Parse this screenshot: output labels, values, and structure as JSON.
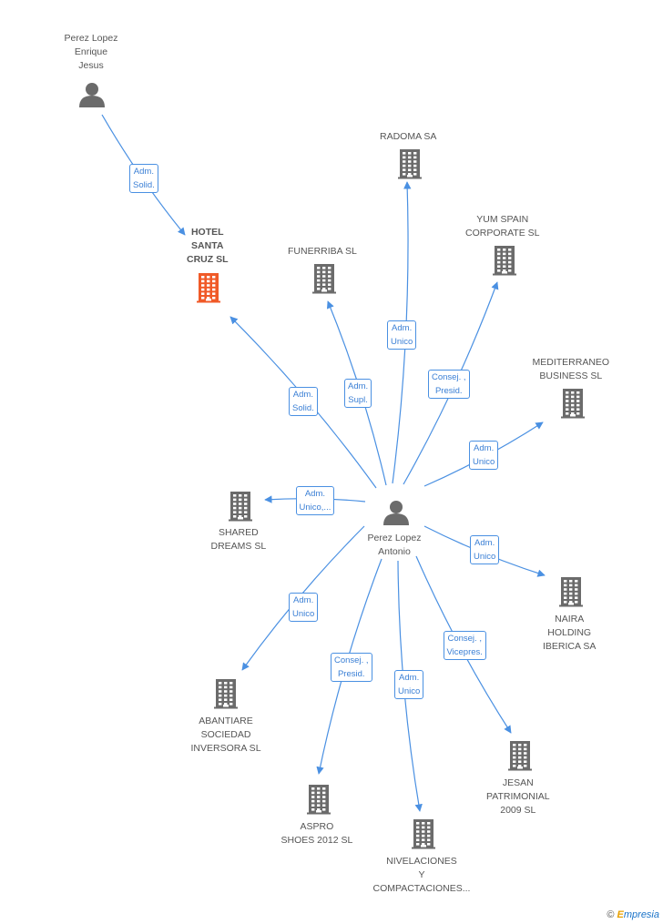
{
  "nodes": [
    {
      "id": "perez-lopez-enrique-jesus",
      "type": "person",
      "label": [
        "Perez Lopez",
        "Enrique",
        "Jesus"
      ]
    },
    {
      "id": "hotel-santa-cruz",
      "type": "company",
      "focus": true,
      "label": [
        "HOTEL",
        "SANTA",
        "CRUZ SL"
      ]
    },
    {
      "id": "funerriba",
      "type": "company",
      "label": [
        "FUNERRIBA SL"
      ]
    },
    {
      "id": "radoma",
      "type": "company",
      "label": [
        "RADOMA SA"
      ]
    },
    {
      "id": "yum-spain",
      "type": "company",
      "label": [
        "YUM SPAIN",
        "CORPORATE SL"
      ]
    },
    {
      "id": "mediterraneo",
      "type": "company",
      "label": [
        "MEDITERRANEO",
        "BUSINESS SL"
      ]
    },
    {
      "id": "shared-dreams",
      "type": "company",
      "label": [
        "SHARED",
        "DREAMS SL"
      ]
    },
    {
      "id": "perez-lopez-antonio",
      "type": "person",
      "label": [
        "Perez Lopez",
        "Antonio"
      ]
    },
    {
      "id": "naira",
      "type": "company",
      "label": [
        "NAIRA",
        "HOLDING",
        "IBERICA SA"
      ]
    },
    {
      "id": "abantiare",
      "type": "company",
      "label": [
        "ABANTIARE",
        "SOCIEDAD",
        "INVERSORA  SL"
      ]
    },
    {
      "id": "jesan",
      "type": "company",
      "label": [
        "JESAN",
        "PATRIMONIAL",
        "2009 SL"
      ]
    },
    {
      "id": "aspro",
      "type": "company",
      "label": [
        "ASPRO",
        "SHOES 2012 SL"
      ]
    },
    {
      "id": "nivelaciones",
      "type": "company",
      "label": [
        "NIVELACIONES",
        "Y",
        "COMPACTACIONES..."
      ]
    }
  ],
  "edges": [
    {
      "from": "perez-lopez-enrique-jesus",
      "to": "hotel-santa-cruz",
      "label": [
        "Adm.",
        "Solid."
      ]
    },
    {
      "from": "perez-lopez-antonio",
      "to": "hotel-santa-cruz",
      "label": [
        "Adm.",
        "Solid."
      ]
    },
    {
      "from": "perez-lopez-antonio",
      "to": "funerriba",
      "label": [
        "Adm.",
        "Supl."
      ]
    },
    {
      "from": "perez-lopez-antonio",
      "to": "radoma",
      "label": [
        "Adm.",
        "Unico"
      ]
    },
    {
      "from": "perez-lopez-antonio",
      "to": "yum-spain",
      "label": [
        "Consej. ,",
        "Presid."
      ]
    },
    {
      "from": "perez-lopez-antonio",
      "to": "mediterraneo",
      "label": [
        "Adm.",
        "Unico"
      ]
    },
    {
      "from": "perez-lopez-antonio",
      "to": "shared-dreams",
      "label": [
        "Adm.",
        "Unico,..."
      ]
    },
    {
      "from": "perez-lopez-antonio",
      "to": "naira",
      "label": [
        "Adm.",
        "Unico"
      ]
    },
    {
      "from": "perez-lopez-antonio",
      "to": "abantiare",
      "label": [
        "Adm.",
        "Unico"
      ]
    },
    {
      "from": "perez-lopez-antonio",
      "to": "jesan",
      "label": [
        "Consej. ,",
        "Vicepres."
      ]
    },
    {
      "from": "perez-lopez-antonio",
      "to": "aspro",
      "label": [
        "Consej. ,",
        "Presid."
      ]
    },
    {
      "from": "perez-lopez-antonio",
      "to": "nivelaciones",
      "label": [
        "Adm.",
        "Unico"
      ]
    }
  ],
  "colors": {
    "edge": "#4a90e2",
    "company": "#6b6b6b",
    "focus_company": "#f05a28",
    "person": "#6b6b6b"
  },
  "footer": {
    "copyright": "©",
    "brand_initial": "E",
    "brand_rest": "mpresia"
  }
}
